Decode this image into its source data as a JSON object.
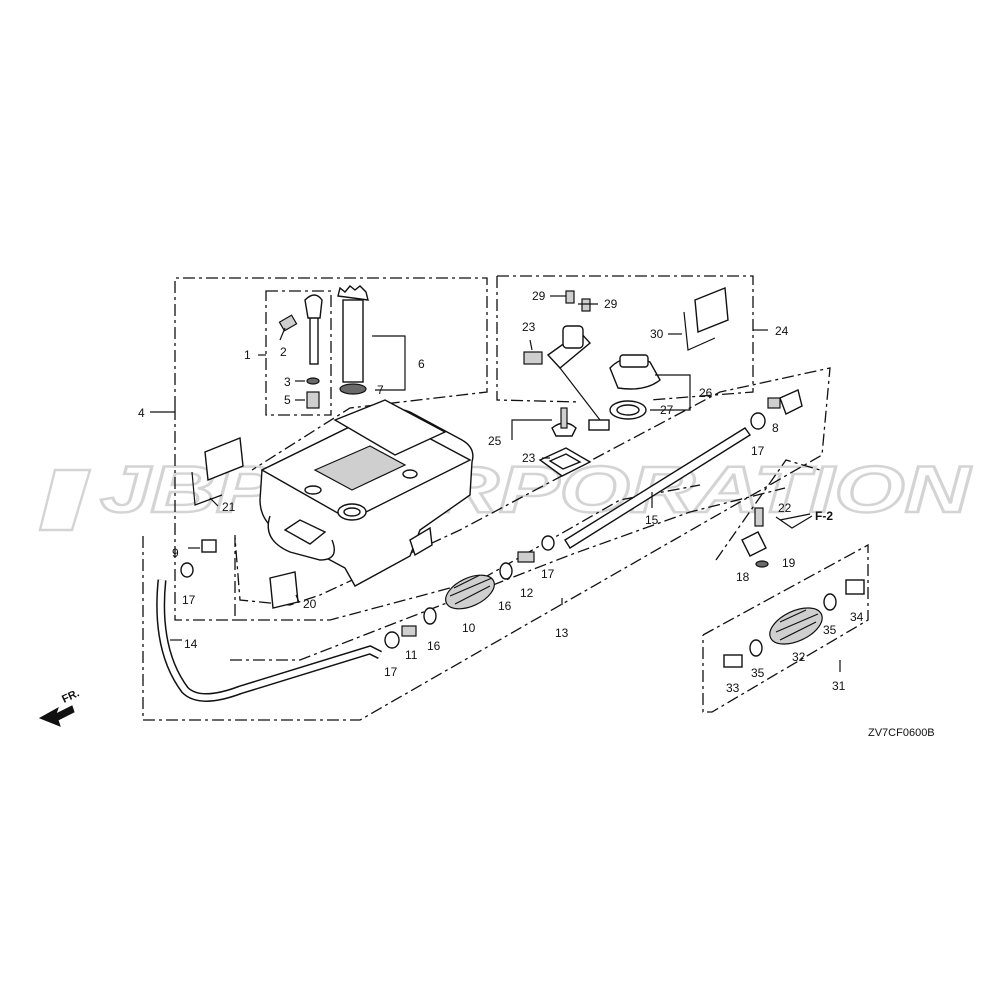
{
  "watermark": "JBP CORPORATION",
  "diagram_code": "ZV7CF0600B",
  "front_indicator": "FR.",
  "section_reference": "F-2",
  "callouts": {
    "c1": "1",
    "c2": "2",
    "c3": "3",
    "c4": "4",
    "c5": "5",
    "c6": "6",
    "c7": "7",
    "c8": "8",
    "c9": "9",
    "c10": "10",
    "c11": "11",
    "c12": "12",
    "c13": "13",
    "c14": "14",
    "c15": "15",
    "c16a": "16",
    "c16b": "16",
    "c17a": "17",
    "c17b": "17",
    "c17c": "17",
    "c17d": "17",
    "c18": "18",
    "c19": "19",
    "c20": "20",
    "c21": "21",
    "c22": "22",
    "c23a": "23",
    "c23b": "23",
    "c24": "24",
    "c25": "25",
    "c26": "26",
    "c27": "27",
    "c29a": "29",
    "c29b": "29",
    "c30": "30",
    "c31": "31",
    "c32": "32",
    "c33": "33",
    "c34": "34",
    "c35a": "35",
    "c35b": "35"
  }
}
